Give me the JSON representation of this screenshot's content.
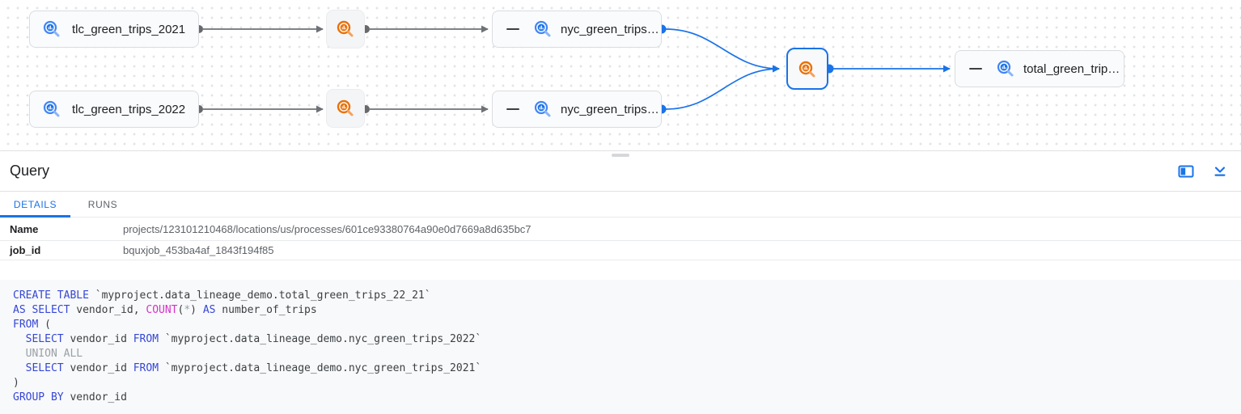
{
  "graph": {
    "nodes": {
      "tlc2021": "tlc_green_trips_2021",
      "tlc2022": "tlc_green_trips_2022",
      "nycTop": "nyc_green_trips…",
      "nycBottom": "nyc_green_trips…",
      "total": "total_green_trip…"
    }
  },
  "panel": {
    "title": "Query",
    "tabs": {
      "details": "DETAILS",
      "runs": "RUNS"
    },
    "fields": [
      {
        "label": "Name",
        "value": "projects/123101210468/locations/us/processes/601ce93380764a90e0d7669a8d635bc7"
      },
      {
        "label": "job_id",
        "value": "bquxjob_453ba4af_1843f194f85"
      }
    ]
  },
  "sql": {
    "lines": [
      [
        {
          "t": "kw",
          "v": "CREATE TABLE"
        },
        {
          "t": "pl",
          "v": " `myproject.data_lineage_demo.total_green_trips_22_21`"
        }
      ],
      [
        {
          "t": "kw",
          "v": "AS SELECT"
        },
        {
          "t": "pl",
          "v": " vendor_id, "
        },
        {
          "t": "fn",
          "v": "COUNT"
        },
        {
          "t": "pl",
          "v": "("
        },
        {
          "t": "cm",
          "v": "*"
        },
        {
          "t": "pl",
          "v": ") "
        },
        {
          "t": "kw",
          "v": "AS"
        },
        {
          "t": "pl",
          "v": " number_of_trips"
        }
      ],
      [
        {
          "t": "kw",
          "v": "FROM"
        },
        {
          "t": "pl",
          "v": " ("
        }
      ],
      [
        {
          "t": "pl",
          "v": "  "
        },
        {
          "t": "kw",
          "v": "SELECT"
        },
        {
          "t": "pl",
          "v": " vendor_id "
        },
        {
          "t": "kw",
          "v": "FROM"
        },
        {
          "t": "pl",
          "v": " `myproject.data_lineage_demo.nyc_green_trips_2022`"
        }
      ],
      [
        {
          "t": "pl",
          "v": "  "
        },
        {
          "t": "cm",
          "v": "UNION ALL"
        }
      ],
      [
        {
          "t": "pl",
          "v": "  "
        },
        {
          "t": "kw",
          "v": "SELECT"
        },
        {
          "t": "pl",
          "v": " vendor_id "
        },
        {
          "t": "kw",
          "v": "FROM"
        },
        {
          "t": "pl",
          "v": " `myproject.data_lineage_demo.nyc_green_trips_2021`"
        }
      ],
      [
        {
          "t": "pl",
          "v": ")"
        }
      ],
      [
        {
          "t": "kw",
          "v": "GROUP BY"
        },
        {
          "t": "pl",
          "v": " vendor_id"
        }
      ]
    ]
  },
  "colors": {
    "accent_blue": "#1a73e8",
    "process_orange": "#e8710a",
    "edge_gray": "#6e7276",
    "keyword_blue": "#3647d6",
    "function_magenta": "#d531c9",
    "muted_gray": "#9aa0a6",
    "node_border": "#dadce0"
  }
}
